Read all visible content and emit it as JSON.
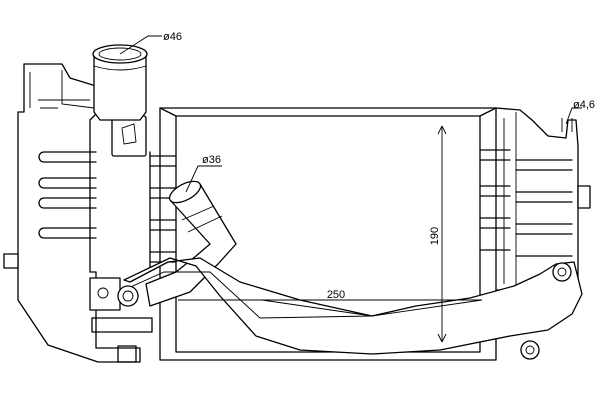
{
  "drawing": {
    "labels": {
      "inlet_diameter": "ø46",
      "pipe_diameter": "ø36",
      "mount_hole_diameter": "ø4,6",
      "width_dimension": "250",
      "height_dimension": "190"
    }
  }
}
